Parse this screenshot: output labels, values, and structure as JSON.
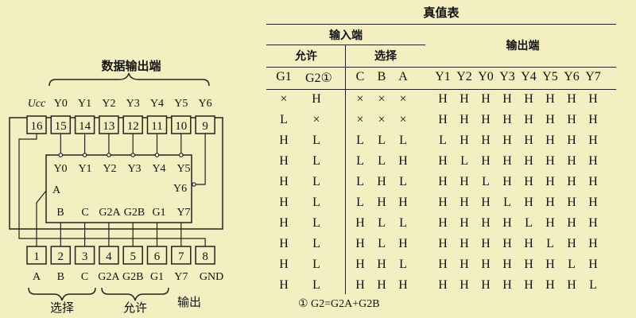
{
  "pinout": {
    "top_caption": "数据输出端",
    "top_labels": [
      "Ucc",
      "Y0",
      "Y1",
      "Y2",
      "Y3",
      "Y4",
      "Y5",
      "Y6"
    ],
    "top_pins": [
      "16",
      "15",
      "14",
      "13",
      "12",
      "11",
      "10",
      "9"
    ],
    "bottom_pins": [
      "1",
      "2",
      "3",
      "4",
      "5",
      "6",
      "7",
      "8"
    ],
    "bottom_labels": [
      "A",
      "B",
      "C",
      "G2A",
      "G2B",
      "G1",
      "Y7",
      "GND"
    ],
    "inner_top": [
      "Y0",
      "Y1",
      "Y2",
      "Y3",
      "Y4",
      "Y5"
    ],
    "inner_left": "A",
    "inner_right": "Y6",
    "inner_bottom": [
      "B",
      "C",
      "G2A",
      "G2B",
      "G1",
      "Y7"
    ],
    "bottom_captions": {
      "select": "选择",
      "enable": "允许",
      "output": "输出"
    }
  },
  "truth_table": {
    "title": "真值表",
    "input_header": "输入端",
    "output_header": "输出端",
    "enable_header": "允许",
    "select_header": "选择",
    "columns": [
      "G1",
      "G2①",
      "C",
      "B",
      "A",
      "Y1",
      "Y2",
      "Y0",
      "Y3",
      "Y4",
      "Y5",
      "Y6",
      "Y7"
    ],
    "rows": [
      [
        "×",
        "H",
        "×",
        "×",
        "×",
        "H",
        "H",
        "H",
        "H",
        "H",
        "H",
        "H",
        "H"
      ],
      [
        "L",
        "×",
        "×",
        "×",
        "×",
        "H",
        "H",
        "H",
        "H",
        "H",
        "H",
        "H",
        "H"
      ],
      [
        "H",
        "L",
        "L",
        "L",
        "L",
        "L",
        "H",
        "H",
        "H",
        "H",
        "H",
        "H",
        "H"
      ],
      [
        "H",
        "L",
        "L",
        "L",
        "H",
        "H",
        "L",
        "H",
        "H",
        "H",
        "H",
        "H",
        "H"
      ],
      [
        "H",
        "L",
        "L",
        "H",
        "L",
        "H",
        "H",
        "L",
        "H",
        "H",
        "H",
        "H",
        "H"
      ],
      [
        "H",
        "L",
        "L",
        "H",
        "H",
        "H",
        "H",
        "H",
        "L",
        "H",
        "H",
        "H",
        "H"
      ],
      [
        "H",
        "L",
        "H",
        "L",
        "L",
        "H",
        "H",
        "H",
        "H",
        "L",
        "H",
        "H",
        "H"
      ],
      [
        "H",
        "L",
        "H",
        "L",
        "H",
        "H",
        "H",
        "H",
        "H",
        "H",
        "L",
        "H",
        "H"
      ],
      [
        "H",
        "L",
        "H",
        "H",
        "L",
        "H",
        "H",
        "H",
        "H",
        "H",
        "H",
        "L",
        "H"
      ],
      [
        "H",
        "L",
        "H",
        "H",
        "H",
        "H",
        "H",
        "H",
        "H",
        "H",
        "H",
        "H",
        "L"
      ]
    ],
    "footnote": "① G2=G2A+G2B"
  }
}
